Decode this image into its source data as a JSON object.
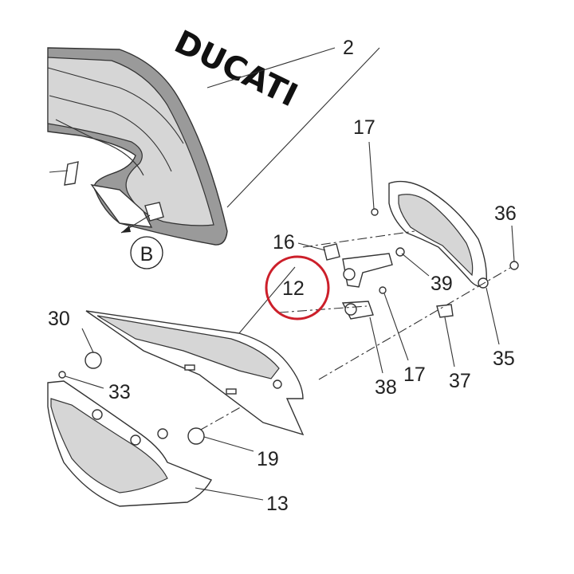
{
  "brand_text": "DUCATI",
  "detail_label": "B",
  "callouts": {
    "c2": "2",
    "c12": "12",
    "c13": "13",
    "c16": "16",
    "c17_top": "17",
    "c17_bottom": "17",
    "c19": "19",
    "c30": "30",
    "c33": "33",
    "c35": "35",
    "c36": "36",
    "c37": "37",
    "c38": "38",
    "c39": "39"
  },
  "highlight_color": "#cc1f2a"
}
